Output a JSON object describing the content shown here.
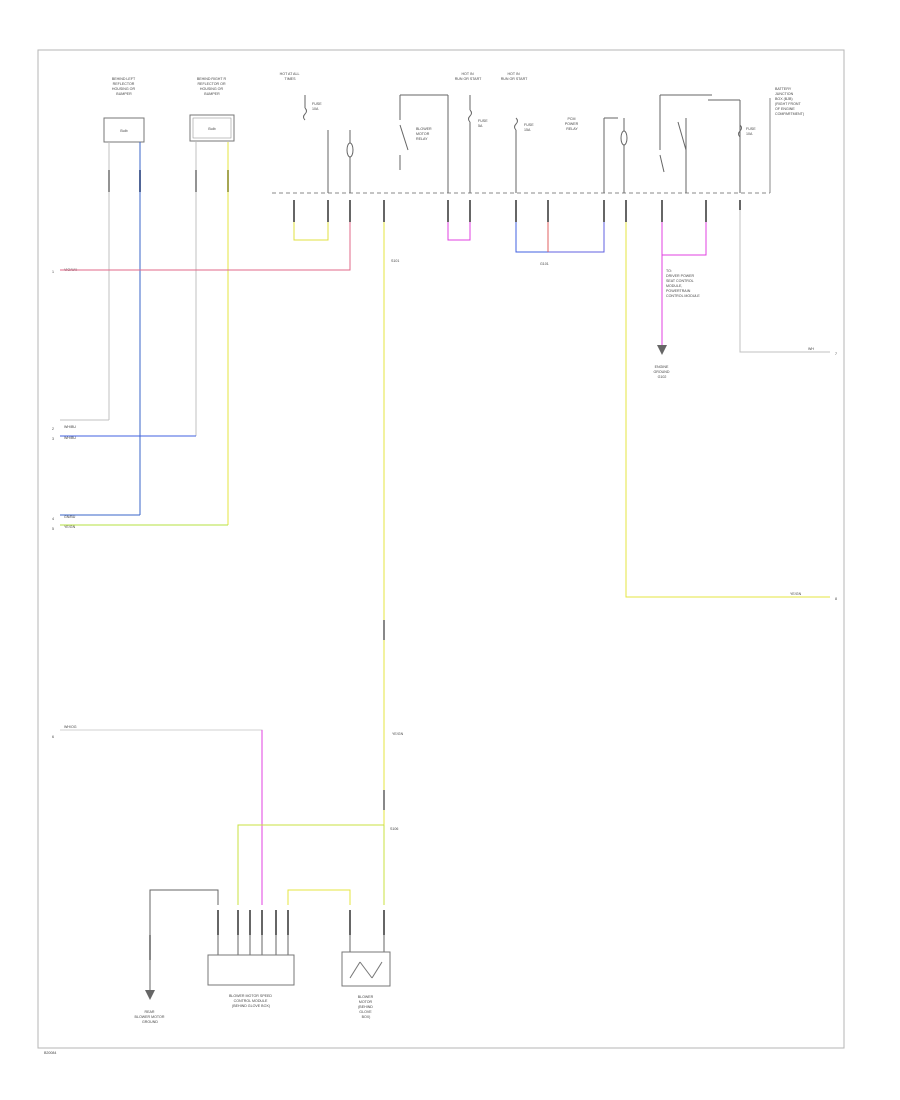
{
  "diagram": {
    "page_code": "B20084",
    "components": {
      "bulb_left": [
        "BEHIND LEFT",
        "REFLECTOR",
        "HOUSING OR",
        "BUMPER"
      ],
      "bulb_left_box": "Bulb",
      "bulb_right": [
        "BEHIND RIGHT R",
        "REFLECTOR OR",
        "HOUSING OR",
        "BUMPER"
      ],
      "bulb_right_box": "Bulb",
      "hot_battery": [
        "HOT AT ALL",
        "TIMES"
      ],
      "fuse_a": [
        "FUSE",
        "10A"
      ],
      "hot_run_1": [
        "HOT IN",
        "RUN OR START"
      ],
      "hot_run_2": [
        "HOT IN",
        "RUN OR START"
      ],
      "blower_relay": [
        "BLOWER",
        "MOTOR",
        "RELAY"
      ],
      "fuse_b": [
        "FUSE",
        "5A"
      ],
      "fuse_c": [
        "FUSE",
        "15A"
      ],
      "pcm_relay": [
        "PCM",
        "POWER",
        "RELAY"
      ],
      "fuse_d": [
        "FUSE",
        "10A"
      ],
      "battery_junction": [
        "BATTERY",
        "JUNCTION",
        "BOX (BJB)",
        "(RIGHT FRONT",
        "OF ENGINE",
        "COMPARTMENT)"
      ],
      "ground_label": "G101",
      "splice_s1": "S101",
      "splice_s2": "S106",
      "other_devices": [
        "TO:",
        "DRIVER POWER",
        "SEAT CONTROL",
        "MODULE,",
        "POWERTRAIN",
        "CONTROL MODULE"
      ],
      "ground_ref": [
        "ENGINE",
        "GROUND",
        "G102"
      ],
      "sensor_ground": [
        "REAR",
        "BLOWER MOTOR",
        "GROUND"
      ],
      "blower_control_module": [
        "BLOWER MOTOR SPEED",
        "CONTROL MODULE",
        "(BEHIND GLOVE BOX)"
      ],
      "blower_motor": [
        "BLOWER",
        "MOTOR",
        "(BEHIND",
        "GLOVE",
        "BOX)"
      ]
    },
    "wire_labels": {
      "red": "VIO/WH",
      "blue_1": "WH/BU",
      "blue_2": "WH/BU",
      "green_1": "GN/BU",
      "yellow_1": "YE/GN",
      "right_white": "WH",
      "right_yellow": "YE/GN",
      "bottom_white": "WH/OG",
      "yellow_vertical": "YE/GN"
    },
    "offpage_refs": [
      "1",
      "2",
      "3",
      "4",
      "5",
      "6",
      "7",
      "8"
    ]
  }
}
